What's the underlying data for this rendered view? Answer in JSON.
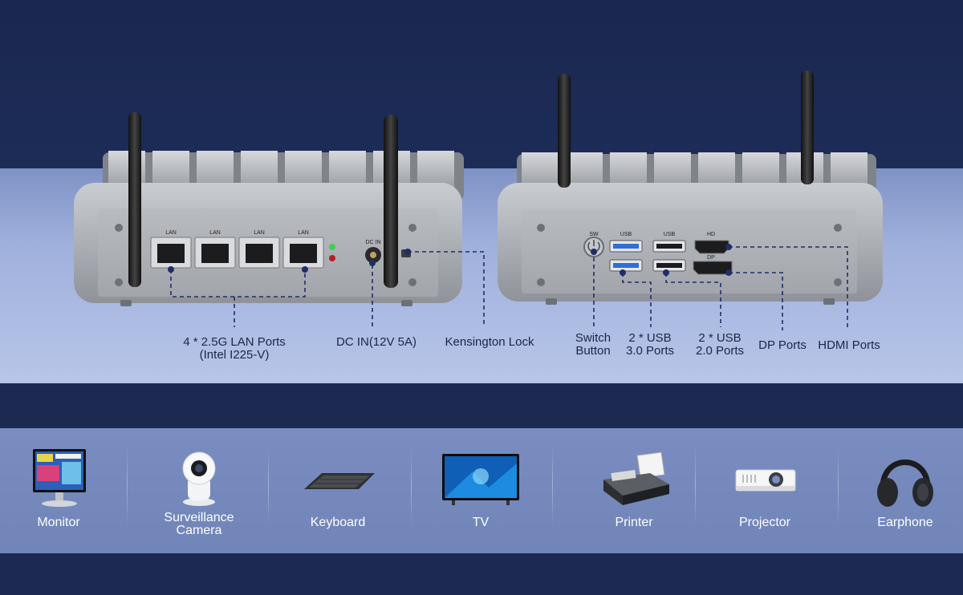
{
  "port_labels": {
    "lan_ports_line1": "4 * 2.5G LAN Ports",
    "lan_ports_line2": "(Intel I225-V)",
    "dc_in": "DC IN(12V 5A)",
    "kensington": "Kensington Lock",
    "switch_line1": "Switch",
    "switch_line2": "Button",
    "usb3_line1": "2 * USB",
    "usb3_line2": "3.0 Ports",
    "usb2_line1": "2 * USB",
    "usb2_line2": "2.0 Ports",
    "dp": "DP Ports",
    "hdmi": "HDMI Ports"
  },
  "panel_marks": {
    "lan": "LAN",
    "dc_in": "DC IN",
    "sw": "SW",
    "usb": "USB",
    "hd": "HD",
    "dp": "DP"
  },
  "peripherals": [
    {
      "label": "Monitor",
      "icon": "monitor-icon"
    },
    {
      "label": "Surveillance Camera",
      "line1": "Surveillance",
      "line2": "Camera",
      "icon": "camera-icon"
    },
    {
      "label": "Keyboard",
      "icon": "keyboard-icon"
    },
    {
      "label": "TV",
      "icon": "tv-icon"
    },
    {
      "label": "Printer",
      "icon": "printer-icon"
    },
    {
      "label": "Projector",
      "icon": "projector-icon"
    },
    {
      "label": "Earphone",
      "icon": "earphone-icon"
    }
  ],
  "colors": {
    "background_dark": "#1c2a52",
    "stage": "#a9b8e0",
    "chassis": "#a7aab0",
    "leader_line": "#1f2e66",
    "usb3_blue": "#2f6fd6"
  }
}
